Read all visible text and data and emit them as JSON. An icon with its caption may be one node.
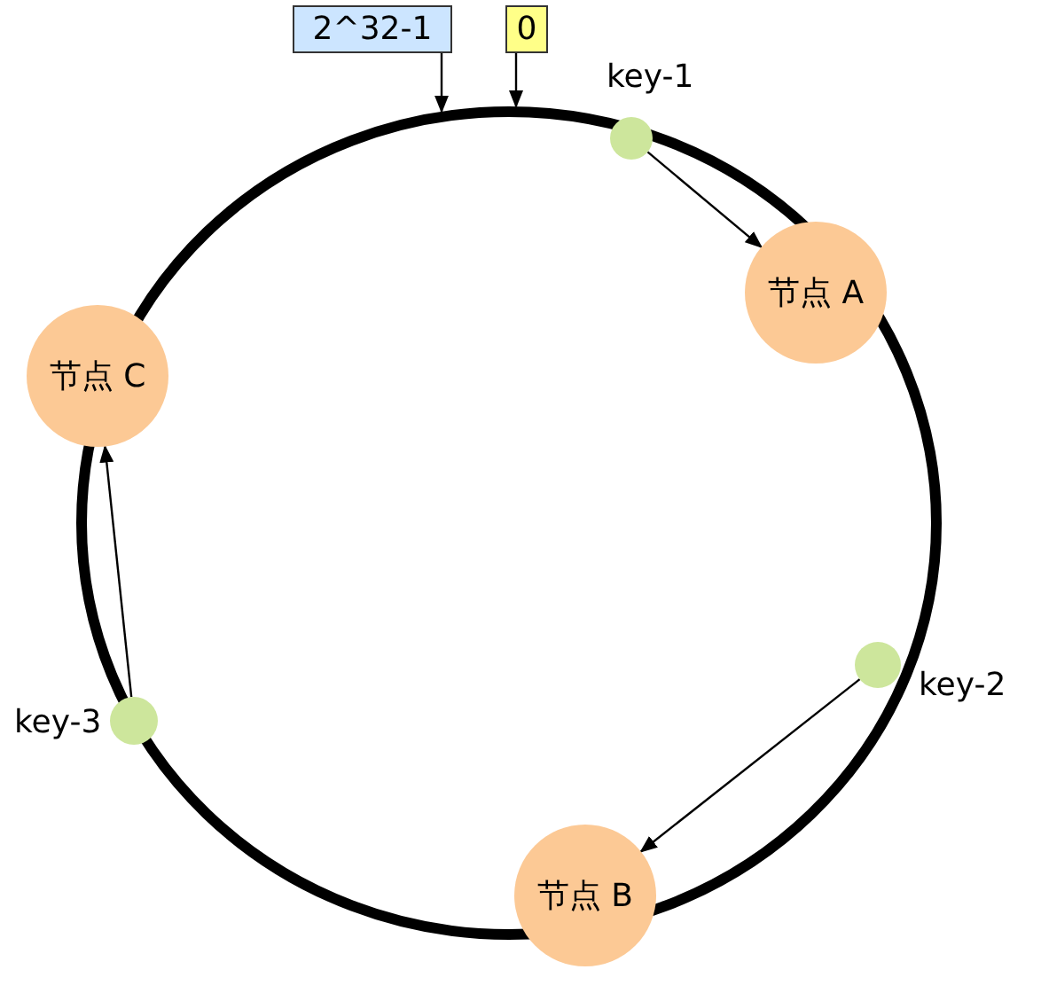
{
  "diagram": {
    "nodes": [
      {
        "text": [
          "2^32-1"
        ]
      },
      {
        "text": [
          "0"
        ]
      },
      {
        "text": [],
        "shape": "circle",
        "beside": [
          "key-1"
        ]
      },
      {
        "text": [
          "节点 A"
        ]
      },
      {
        "text": [
          "节点 C"
        ]
      },
      {
        "text": [],
        "shape": "circle",
        "beside": [
          "key-2"
        ]
      },
      {
        "text": [],
        "shape": "circle",
        "beside": [
          "key-3"
        ]
      },
      {
        "text": [
          "节点 B"
        ]
      }
    ],
    "edges": [
      {
        "from": 0,
        "to": null,
        "arrow": "to"
      },
      {
        "from": 1,
        "to": null,
        "arrow": "to"
      },
      {
        "from": 2,
        "to": 3,
        "arrow": "to"
      },
      {
        "from": 5,
        "to": 7,
        "arrow": "to"
      },
      {
        "from": 6,
        "to": 4,
        "arrow": "to"
      }
    ]
  }
}
